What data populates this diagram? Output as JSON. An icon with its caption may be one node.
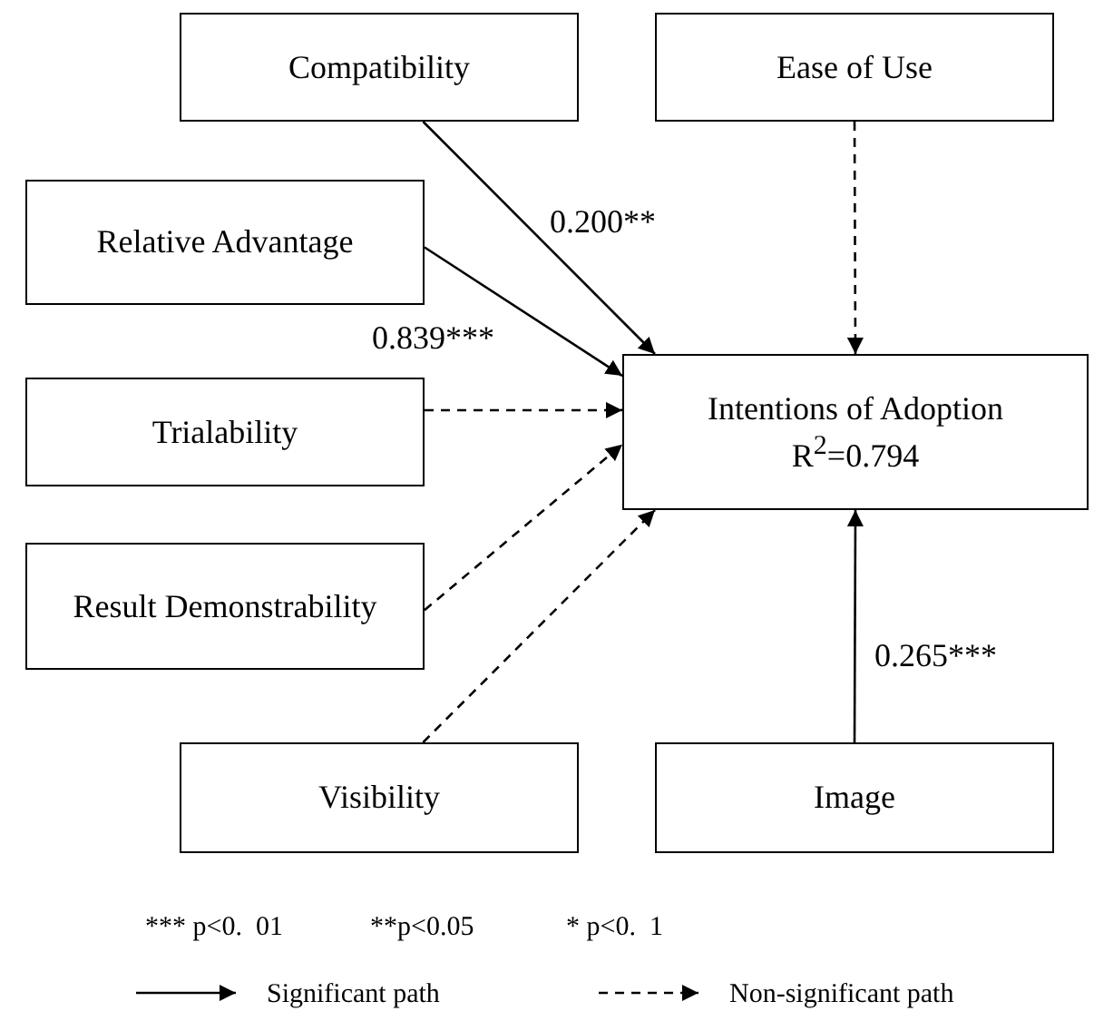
{
  "diagram": {
    "nodes": [
      {
        "text": [
          "Compatibility"
        ]
      },
      {
        "text": [
          "Ease of Use"
        ]
      },
      {
        "text": [
          "Relative Advantage"
        ]
      },
      {
        "text": [
          "Trialability"
        ]
      },
      {
        "text": [
          "Result Demonstrability"
        ]
      },
      {
        "text": [
          "Intentions of Adoption",
          "R$^{2}$=0.794"
        ]
      },
      {
        "text": [
          "Visibility"
        ]
      },
      {
        "text": [
          "Image"
        ]
      }
    ],
    "edges": [
      {
        "from": 0,
        "to": 5,
        "arrow": "to",
        "label": "0.200**"
      },
      {
        "from": 1,
        "to": 5,
        "arrow": "to",
        "style": "dashed"
      },
      {
        "from": 2,
        "to": 5,
        "arrow": "to",
        "label": "0.839***"
      },
      {
        "from": 3,
        "to": 5,
        "arrow": "to",
        "style": "dashed"
      },
      {
        "from": 4,
        "to": 5,
        "arrow": "to",
        "style": "dashed"
      },
      {
        "from": 6,
        "to": 5,
        "arrow": "to",
        "style": "dashed"
      },
      {
        "from": 7,
        "to": 5,
        "arrow": "to",
        "label": "0.265***"
      }
    ],
    "labels": [
      "*** p<0.  01",
      "**p<0.05",
      "* p<0.  1"
    ],
    "legend": [
      {
        "text": "Significant path"
      },
      {
        "text": "Non-significant path"
      }
    ]
  }
}
